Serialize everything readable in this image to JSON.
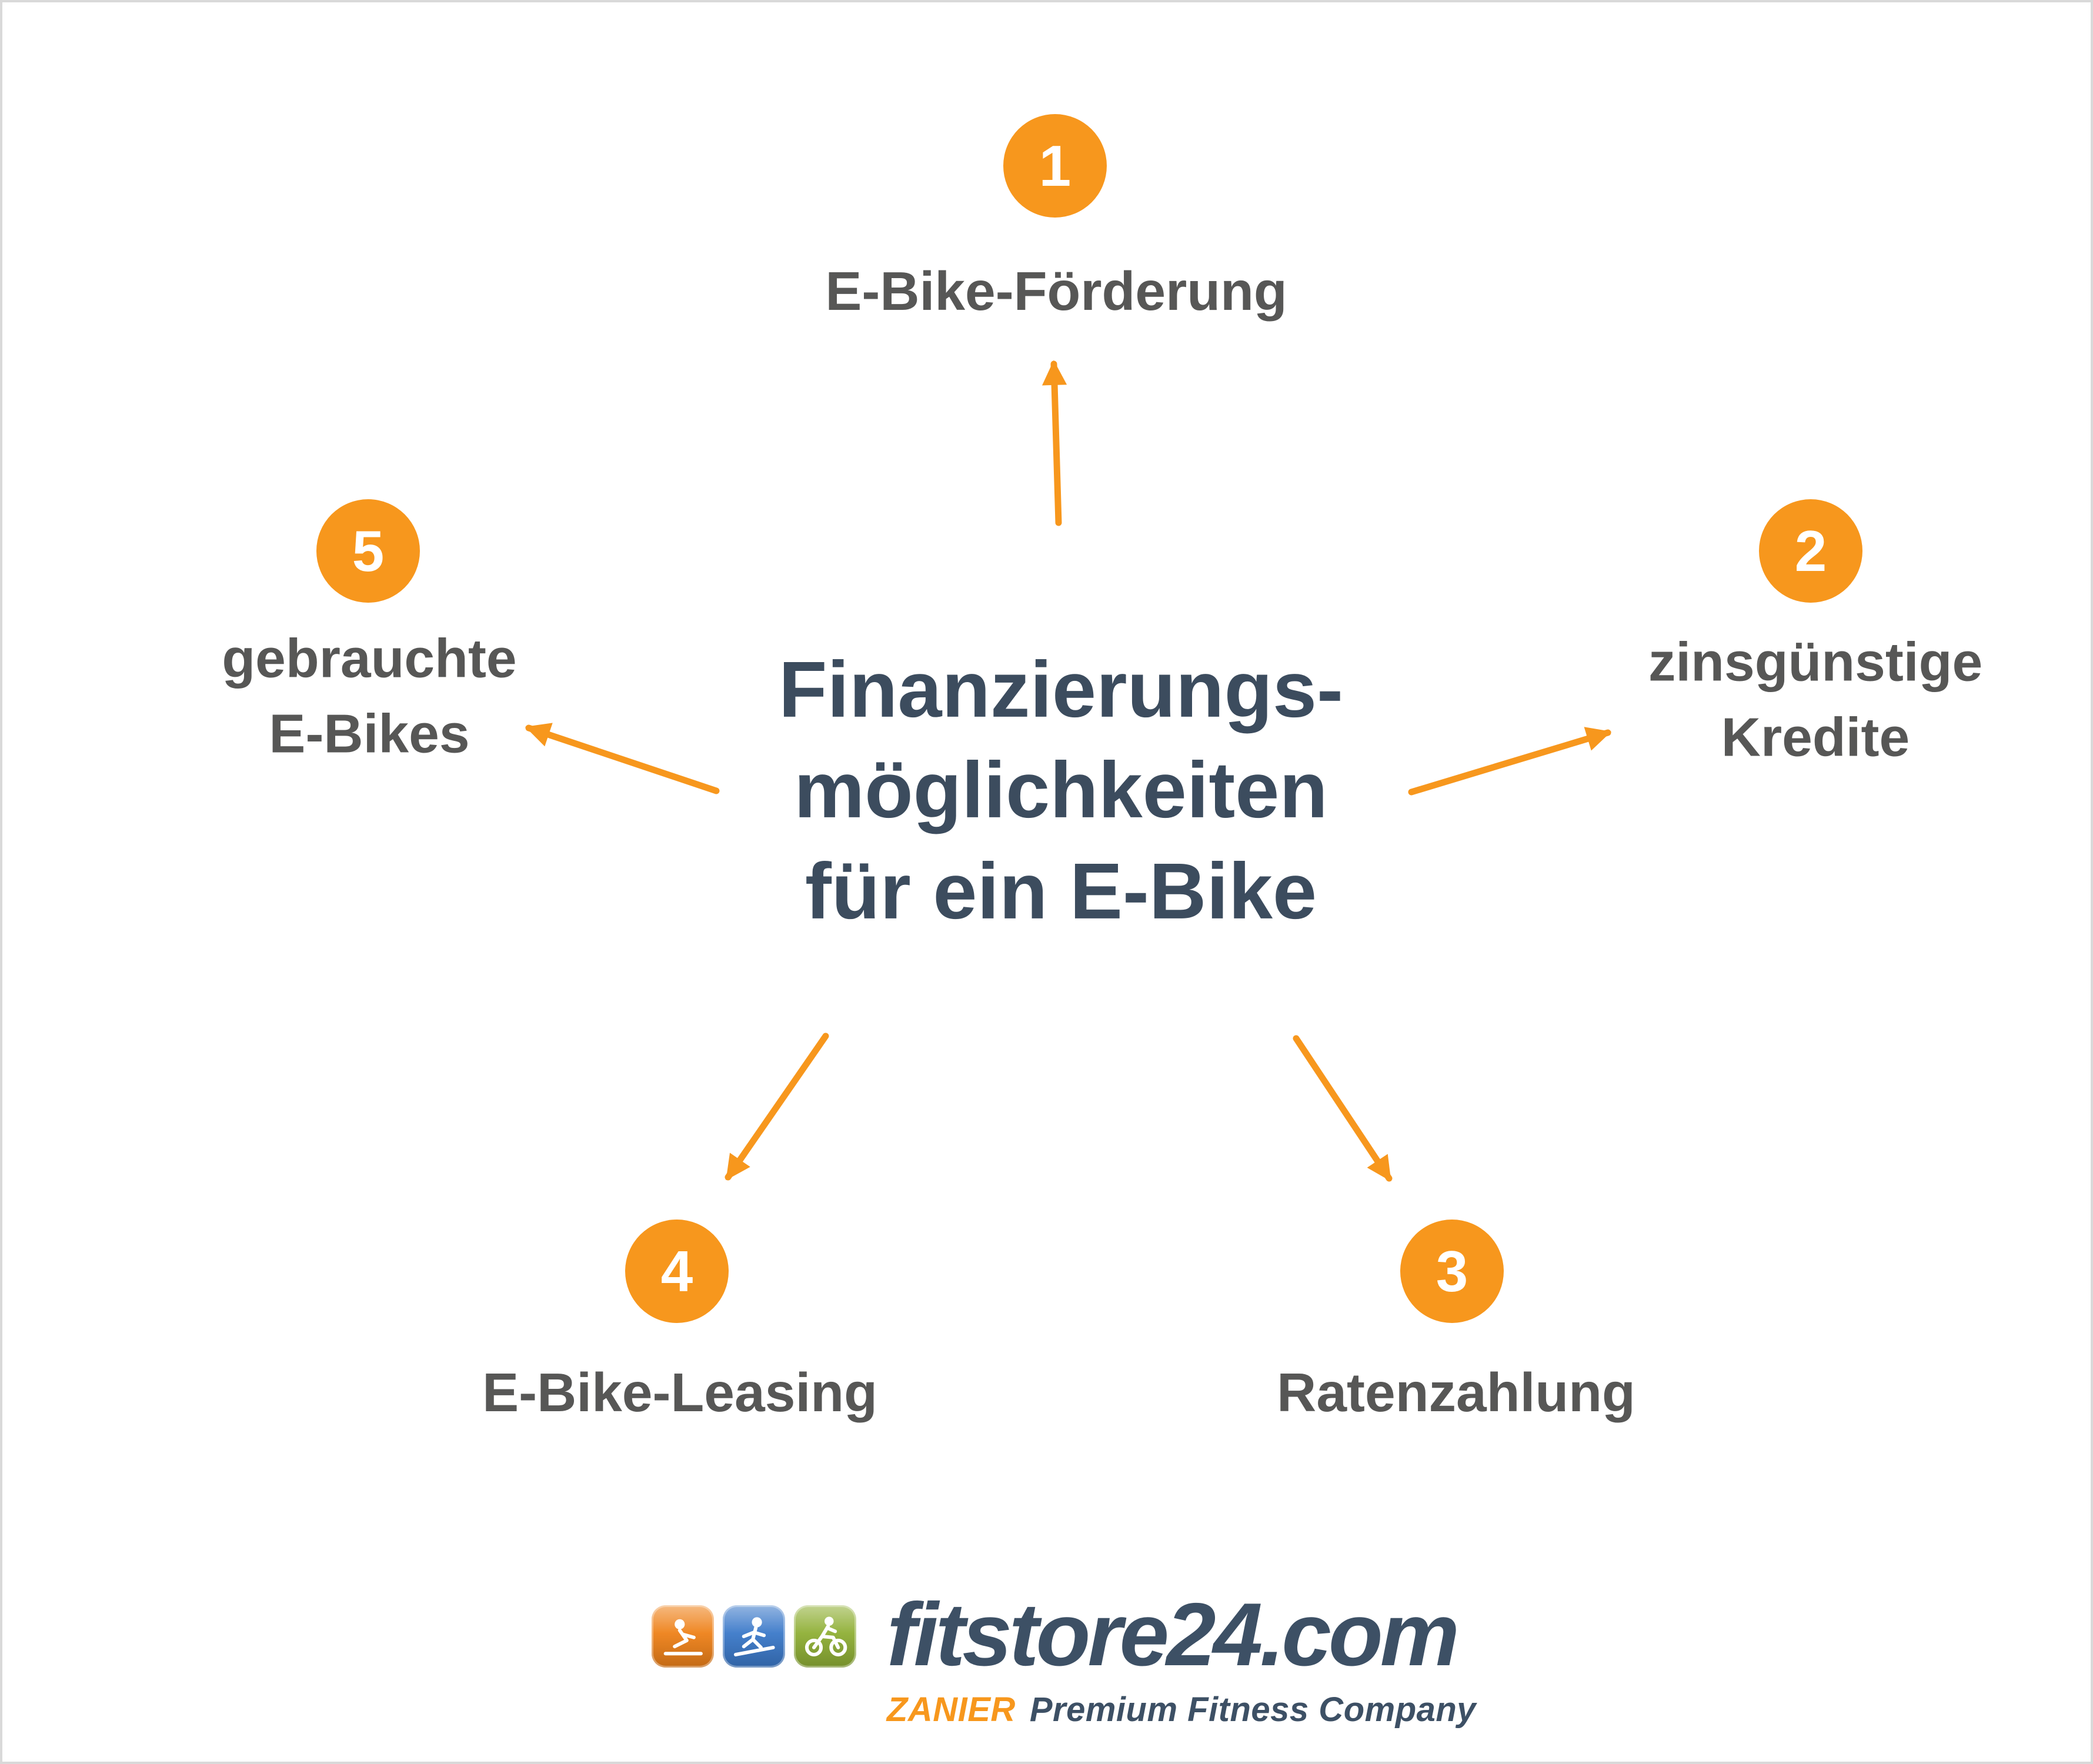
{
  "colors": {
    "accent": "#F7971D",
    "title-text": "#3C4C5E",
    "label-text": "#575756",
    "logo-text": "#3D5065",
    "icon-orange": "#EE8119",
    "icon-blue": "#3B79C9",
    "icon-green": "#8FAF35",
    "page-border": "#D9D9D9"
  },
  "diagram": {
    "center_title": {
      "lines": [
        "Finanzierungs-",
        "möglichkeiten",
        "für ein E-Bike"
      ]
    },
    "nodes": [
      {
        "number": "1",
        "lines": [
          "E-Bike-Förderung"
        ]
      },
      {
        "number": "2",
        "lines": [
          "zinsgünstige",
          "Kredite"
        ]
      },
      {
        "number": "3",
        "lines": [
          "Ratenzahlung"
        ]
      },
      {
        "number": "4",
        "lines": [
          "E-Bike-Leasing"
        ]
      },
      {
        "number": "5",
        "lines": [
          "gebrauchte",
          "E-Bikes"
        ]
      }
    ]
  },
  "footer": {
    "brand": "fitstore24.com",
    "tagline_brand": "ZANIER",
    "tagline_rest": "Premium Fitness Company",
    "icons": [
      "seated-exercise-icon",
      "treadmill-runner-icon",
      "cyclist-icon"
    ]
  }
}
